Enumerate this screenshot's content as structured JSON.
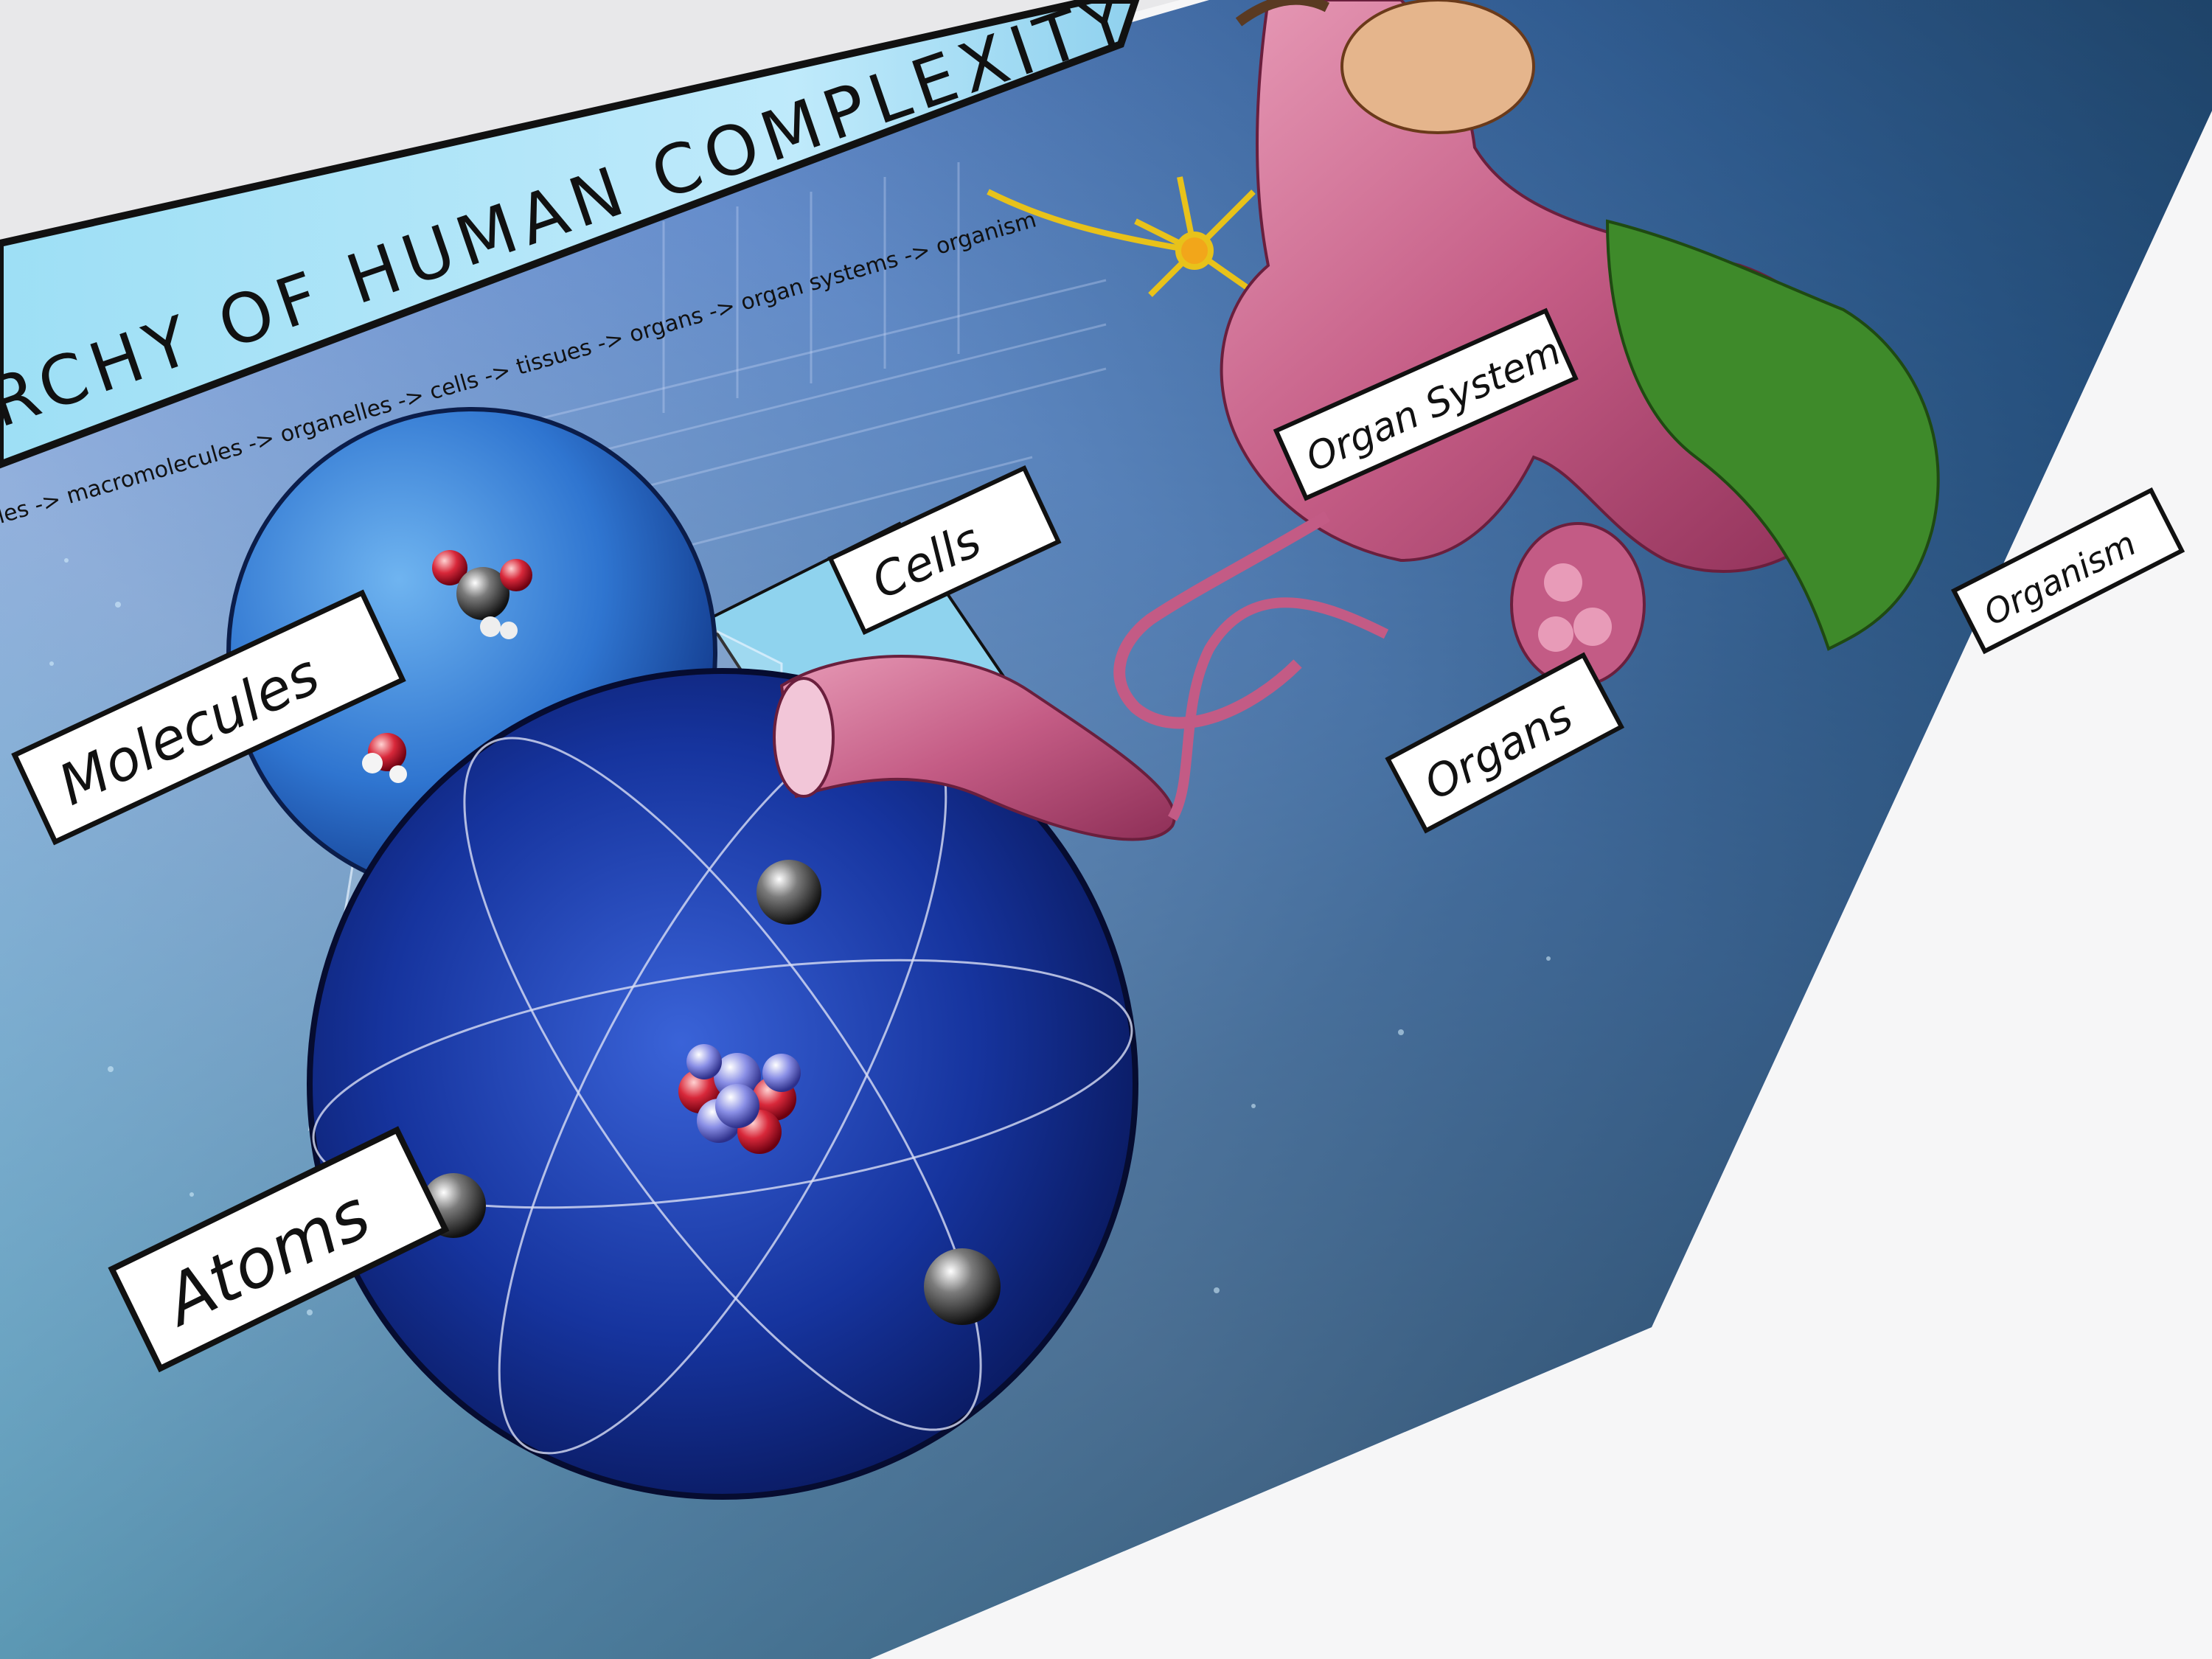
{
  "poster": {
    "title": "RCHY OF HUMAN COMPLEXITY",
    "subtitle": "les -> macromolecules -> organelles -> cells -> tissues -> organs -> organ systems -> organism"
  },
  "labels": {
    "molecules": "Molecules",
    "cells": "Cells",
    "atoms": "Atoms",
    "organ_system": "Organ System",
    "organs": "Organs",
    "organism": "Organism"
  },
  "colors": {
    "paper": "#f7f7f8",
    "table": "#e9e9ea",
    "sky_light": "#8fd3ee",
    "deep_blue": "#0a1a6e",
    "tissue_pink": "#c9688f",
    "leaf_green": "#3f8a2a",
    "label_bg": "#ffffff"
  }
}
